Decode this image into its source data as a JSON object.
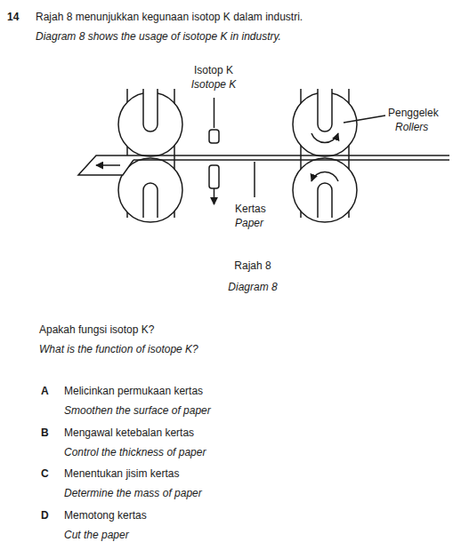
{
  "diagram": {
    "labels": [
      "14",
      "Rajah 8 menunjukkan kegunaan isotop K dalam industri.",
      "Diagram 8 shows the usage of isotope K in industry.",
      "Isotop K",
      "Isotope K",
      "Penggelek",
      "Rollers",
      "Kertas",
      "Paper",
      "Rajah 8",
      "Diagram 8",
      "Apakah fungsi isotop K?",
      "What is the function of isotope K?",
      "A",
      "Melicinkan permukaan kertas",
      "Smoothen the surface of paper",
      "B",
      "Mengawal ketebalan kertas",
      "Control the thickness of paper",
      "C",
      "Menentukan jisim kertas",
      "Determine the mass of paper",
      "D",
      "Memotong kertas",
      "Cut the paper"
    ]
  }
}
